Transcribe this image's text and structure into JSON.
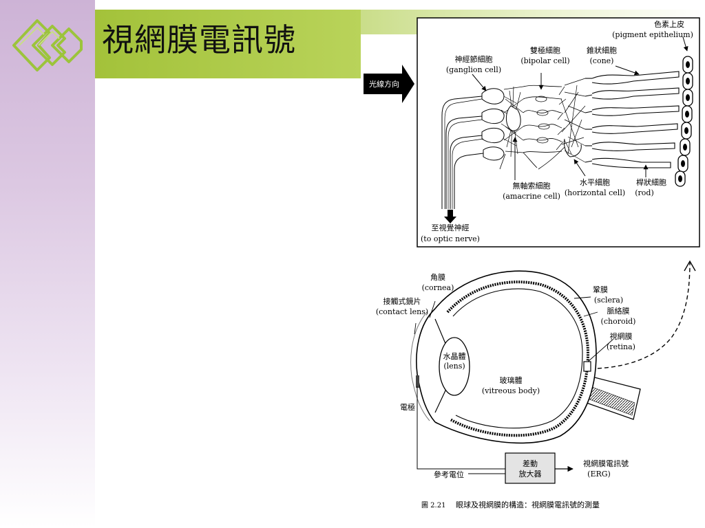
{
  "slide": {
    "title": "視網膜電訊號"
  },
  "retina_panel": {
    "light_direction": "光線方向",
    "pigment_epithelium_zh": "色素上皮",
    "pigment_epithelium_en": "(pigment epithelium)",
    "cone_zh": "錐狀細胞",
    "cone_en": "(cone)",
    "bipolar_zh": "雙極細胞",
    "bipolar_en": "(bipolar cell)",
    "ganglion_zh": "神經節細胞",
    "ganglion_en": "(ganglion cell)",
    "amacrine_zh": "無軸索細胞",
    "amacrine_en": "(amacrine cell)",
    "horizontal_zh": "水平細胞",
    "horizontal_en": "(horizontal cell)",
    "rod_zh": "桿狀細胞",
    "rod_en": "(rod)",
    "optic_nerve_zh": "至視覺神經",
    "optic_nerve_en": "(to optic nerve)"
  },
  "eye_panel": {
    "cornea_zh": "角膜",
    "cornea_en": "(cornea)",
    "contact_lens_zh": "接觸式鏡片",
    "contact_lens_en": "(contact lens)",
    "lens_zh": "水晶體",
    "lens_en": "(lens)",
    "vitreous_zh": "玻璃體",
    "vitreous_en": "(vitreous body)",
    "sclera_zh": "鞏膜",
    "sclera_en": "(sclera)",
    "choroid_zh": "脈絡膜",
    "choroid_en": "(choroid)",
    "retina_zh": "視網膜",
    "retina_en": "(retina)",
    "electrode": "電極",
    "reference": "參考電位",
    "amp_line1": "差動",
    "amp_line2": "放大器",
    "erg_zh": "視網膜電訊號",
    "erg_en": "(ERG)"
  },
  "caption": {
    "number": "圖 2.21",
    "text": "眼球及視網膜的構造：視網膜電訊號的測量"
  }
}
